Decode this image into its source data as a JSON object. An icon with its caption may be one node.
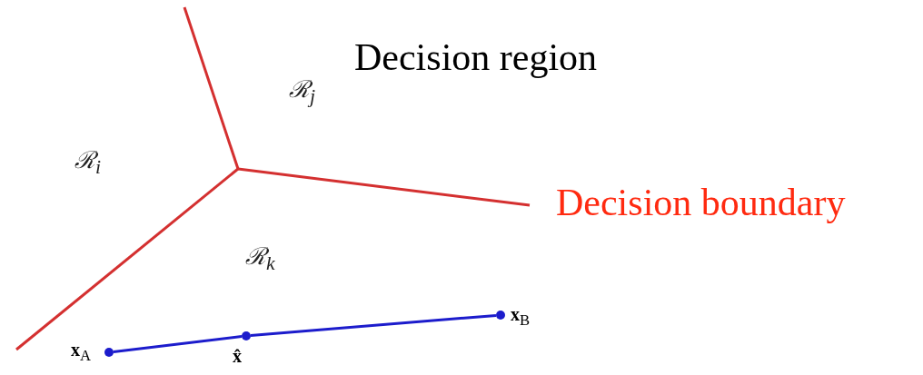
{
  "diagram": {
    "nodes": [
      {
        "text": [],
        "shape": "circle",
        "beside": [
          "**x**$_{A}$"
        ]
      },
      {
        "text": [],
        "shape": "circle",
        "beside": [
          "**x̂**"
        ]
      },
      {
        "text": [],
        "shape": "circle",
        "beside": [
          "**x**$_{B}$"
        ]
      }
    ],
    "edges": [
      {
        "from": 0,
        "to": 1,
        "arrow": "none",
        "color": "#1c1ccc"
      },
      {
        "from": 1,
        "to": 2,
        "arrow": "none",
        "color": "#1c1ccc"
      }
    ],
    "labels": [
      "Decision region",
      "ℛ$_{j}$",
      "ℛ$_{i}$",
      "Decision boundary",
      "ℛ$_{k}$"
    ]
  }
}
